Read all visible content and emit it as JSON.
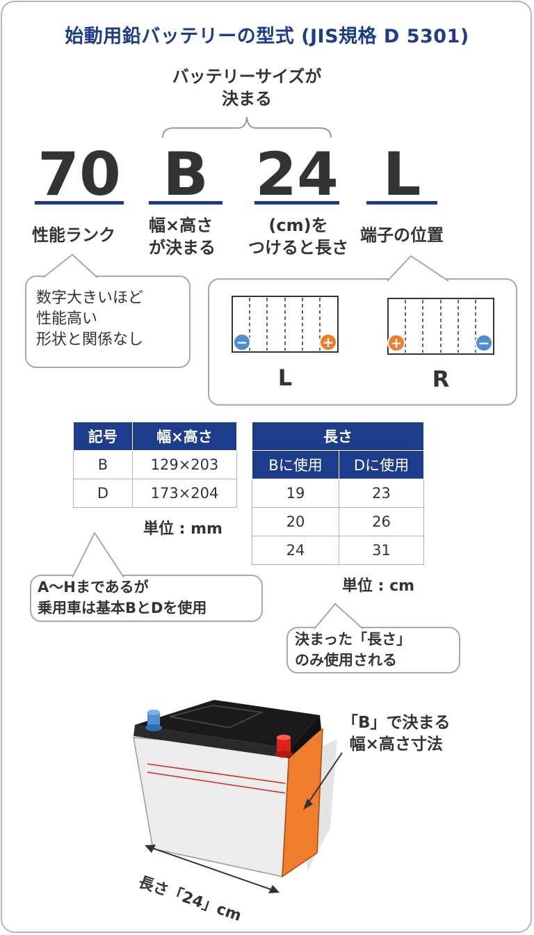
{
  "title": "始動用鉛バッテリーの型式 (JIS規格 D 5301)",
  "size_note": [
    "バッテリーサイズが",
    "決まる"
  ],
  "code_parts": [
    {
      "char": "70",
      "label": [
        "性能ランク"
      ]
    },
    {
      "char": "B",
      "label": [
        "幅×高さ",
        "が決まる"
      ]
    },
    {
      "char": "24",
      "label": [
        "(cm)を",
        "つけると長さ"
      ]
    },
    {
      "char": "L",
      "label": [
        "端子の位置"
      ]
    }
  ],
  "rank_note": [
    "数字大きいほど",
    "性能高い",
    "形状と関係なし"
  ],
  "terminal_diagrams": [
    {
      "label": "L",
      "left_sign": "−",
      "right_sign": "+",
      "left_color": "#4f8fd1",
      "right_color": "#ef7d2c"
    },
    {
      "label": "R",
      "left_sign": "+",
      "right_sign": "−",
      "left_color": "#ef7d2c",
      "right_color": "#4f8fd1"
    }
  ],
  "width_table": {
    "headers": [
      "記号",
      "幅×高さ"
    ],
    "rows": [
      [
        "B",
        "129×203"
      ],
      [
        "D",
        "173×204"
      ]
    ],
    "unit": "単位 : mm"
  },
  "length_table": {
    "header": "長さ",
    "subheaders": [
      "Bに使用",
      "Dに使用"
    ],
    "rows": [
      [
        "19",
        "23"
      ],
      [
        "20",
        "26"
      ],
      [
        "24",
        "31"
      ]
    ],
    "unit": "単位 : cm"
  },
  "type_note": [
    "A〜Hまであるが",
    "乗用車は基本BとDを使用"
  ],
  "length_note": [
    "決まった「長さ」",
    "のみ使用される"
  ],
  "battery_callout": [
    "「B」で決まる",
    "幅×高さ寸法"
  ],
  "battery_length_label": "長さ「24」cm",
  "colors": {
    "navy": "#1d3d8c",
    "orange": "#ef7d2c",
    "blue": "#4f8fd1",
    "red": "#e0201b"
  }
}
